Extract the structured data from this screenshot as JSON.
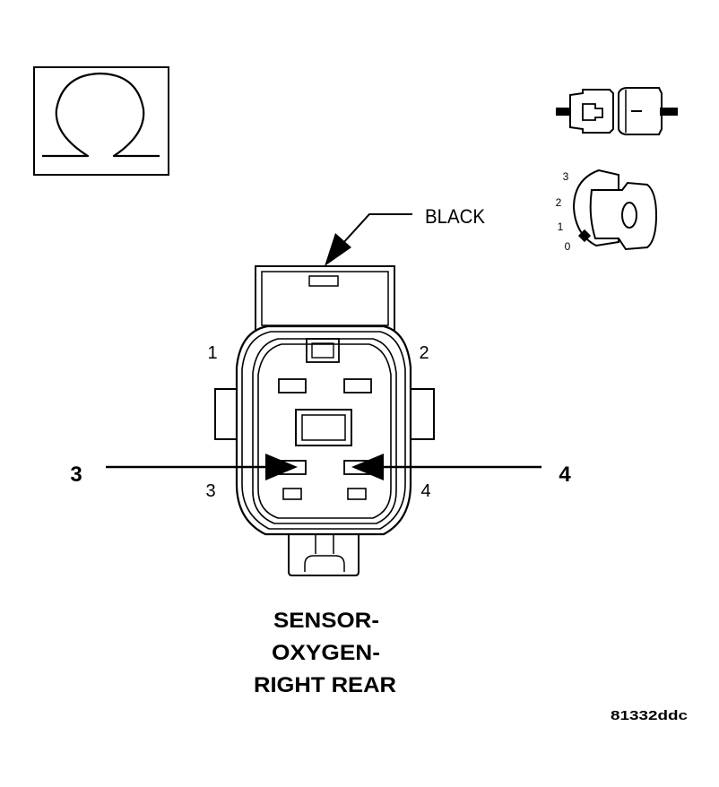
{
  "diagram": {
    "color_label": "BLACK",
    "pin_labels": {
      "pin1": "1",
      "pin2": "2",
      "pin3": "3",
      "pin4": "4"
    },
    "test_points": {
      "left": "3",
      "right": "4"
    },
    "ignition_positions": [
      "3",
      "2",
      "1",
      "0"
    ],
    "ignition_key_symbol": "O",
    "title_lines": [
      "SENSOR-",
      "OXYGEN-",
      "RIGHT REAR"
    ],
    "figure_code": "81332ddc",
    "icons": {
      "meter": "ohmmeter-omega-icon",
      "connector": "disconnected-connector-icon",
      "key": "ignition-key-icon"
    },
    "colors": {
      "ink": "#000000",
      "background": "#ffffff"
    }
  }
}
